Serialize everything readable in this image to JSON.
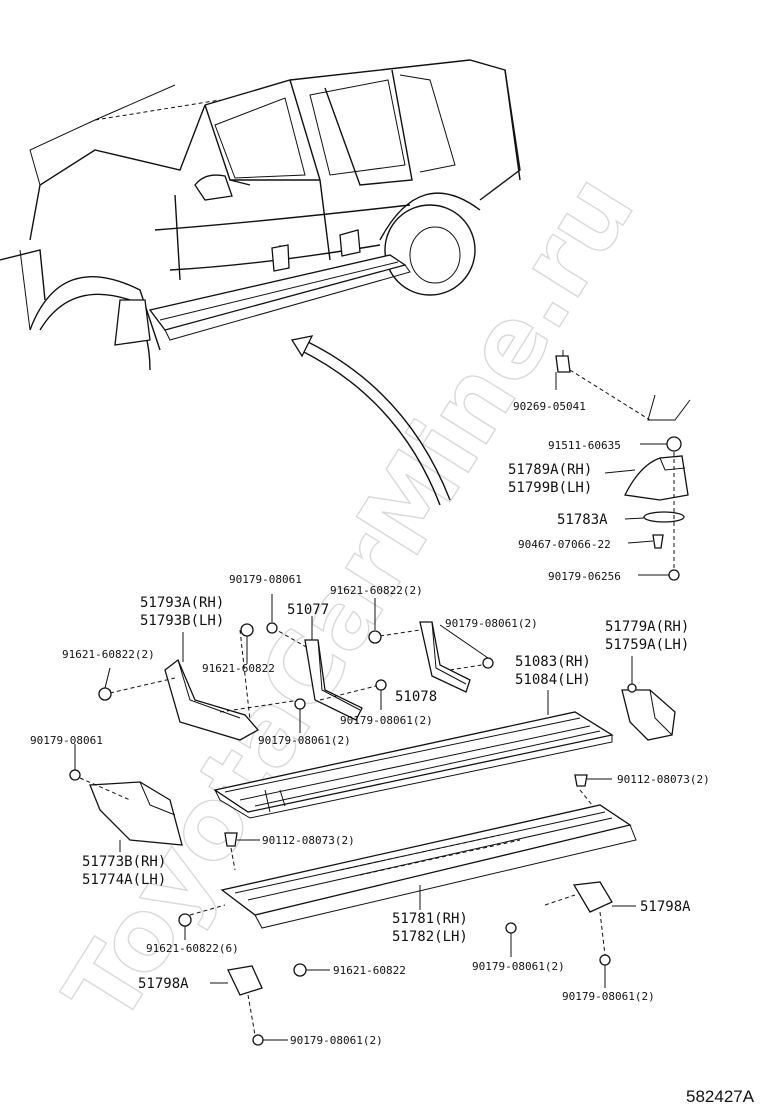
{
  "diagram_id": "582427A",
  "watermark": "ToyotaCarMine.ru",
  "labels": {
    "p90269_05041": "90269-05041",
    "p91511_60635": "91511-60635",
    "p51789A": "51789A(RH)",
    "p51799B": "51799B(LH)",
    "p51783A": "51783A",
    "p90467_07066_22": "90467-07066-22",
    "p90179_06256": "90179-06256",
    "p90179_08061_top": "90179-08061",
    "p91621_60822_2_top": "91621-60822(2)",
    "p51793A": "51793A(RH)",
    "p51793B": "51793B(LH)",
    "p51077": "51077",
    "p90179_08061_2_mid": "90179-08061(2)",
    "p91621_60822_2_left": "91621-60822(2)",
    "p91621_60822_mid": "91621-60822",
    "p51078": "51078",
    "p51083": "51083(RH)",
    "p51084": "51084(LH)",
    "p51779A": "51779A(RH)",
    "p51759A": "51759A(LH)",
    "p90179_08061_2_a": "90179-08061(2)",
    "p90179_08061_2_b": "90179-08061(2)",
    "p90179_08061_left": "90179-08061",
    "p90112_08073_2_right": "90112-08073(2)",
    "p51773B": "51773B(RH)",
    "p51774A": "51774A(LH)",
    "p90112_08073_2_mid": "90112-08073(2)",
    "p51781": "51781(RH)",
    "p51782": "51782(LH)",
    "p51798A_right": "51798A",
    "p91621_60822_6": "91621-60822(6)",
    "p90179_08061_2_c": "90179-08061(2)",
    "p90179_08061_2_d": "90179-08061(2)",
    "p51798A_left": "51798A",
    "p91621_60822_bottom": "91621-60822",
    "p90179_08061_2_bottom": "90179-08061(2)"
  }
}
